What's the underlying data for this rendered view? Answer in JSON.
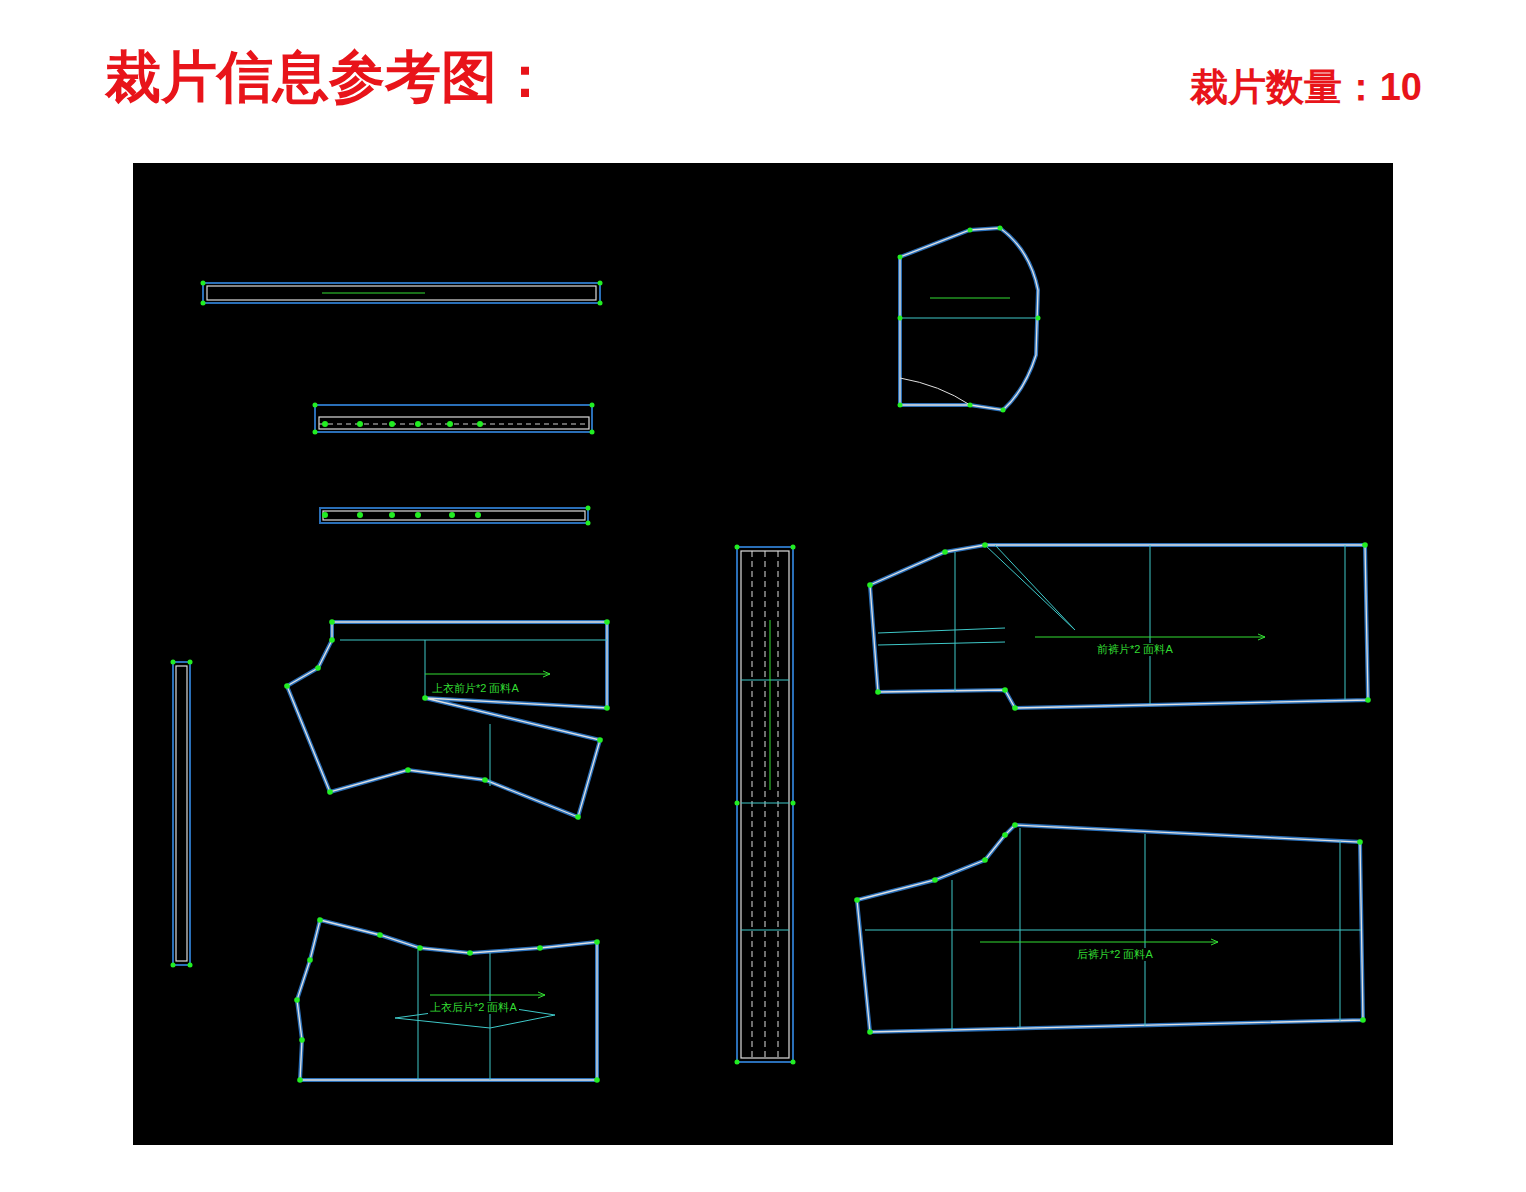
{
  "diagram": {
    "title": "裁片信息参考图：",
    "nodes": [
      {
        "text": [
          "上衣前片*2 面料A"
        ]
      },
      {
        "text": [
          "上衣后片*2 面料A"
        ]
      },
      {
        "text": [
          "前裤片*2 面料A"
        ]
      },
      {
        "text": [
          "后裤片*2 面料A"
        ]
      }
    ],
    "labels": [
      "裁片数量：10"
    ]
  }
}
